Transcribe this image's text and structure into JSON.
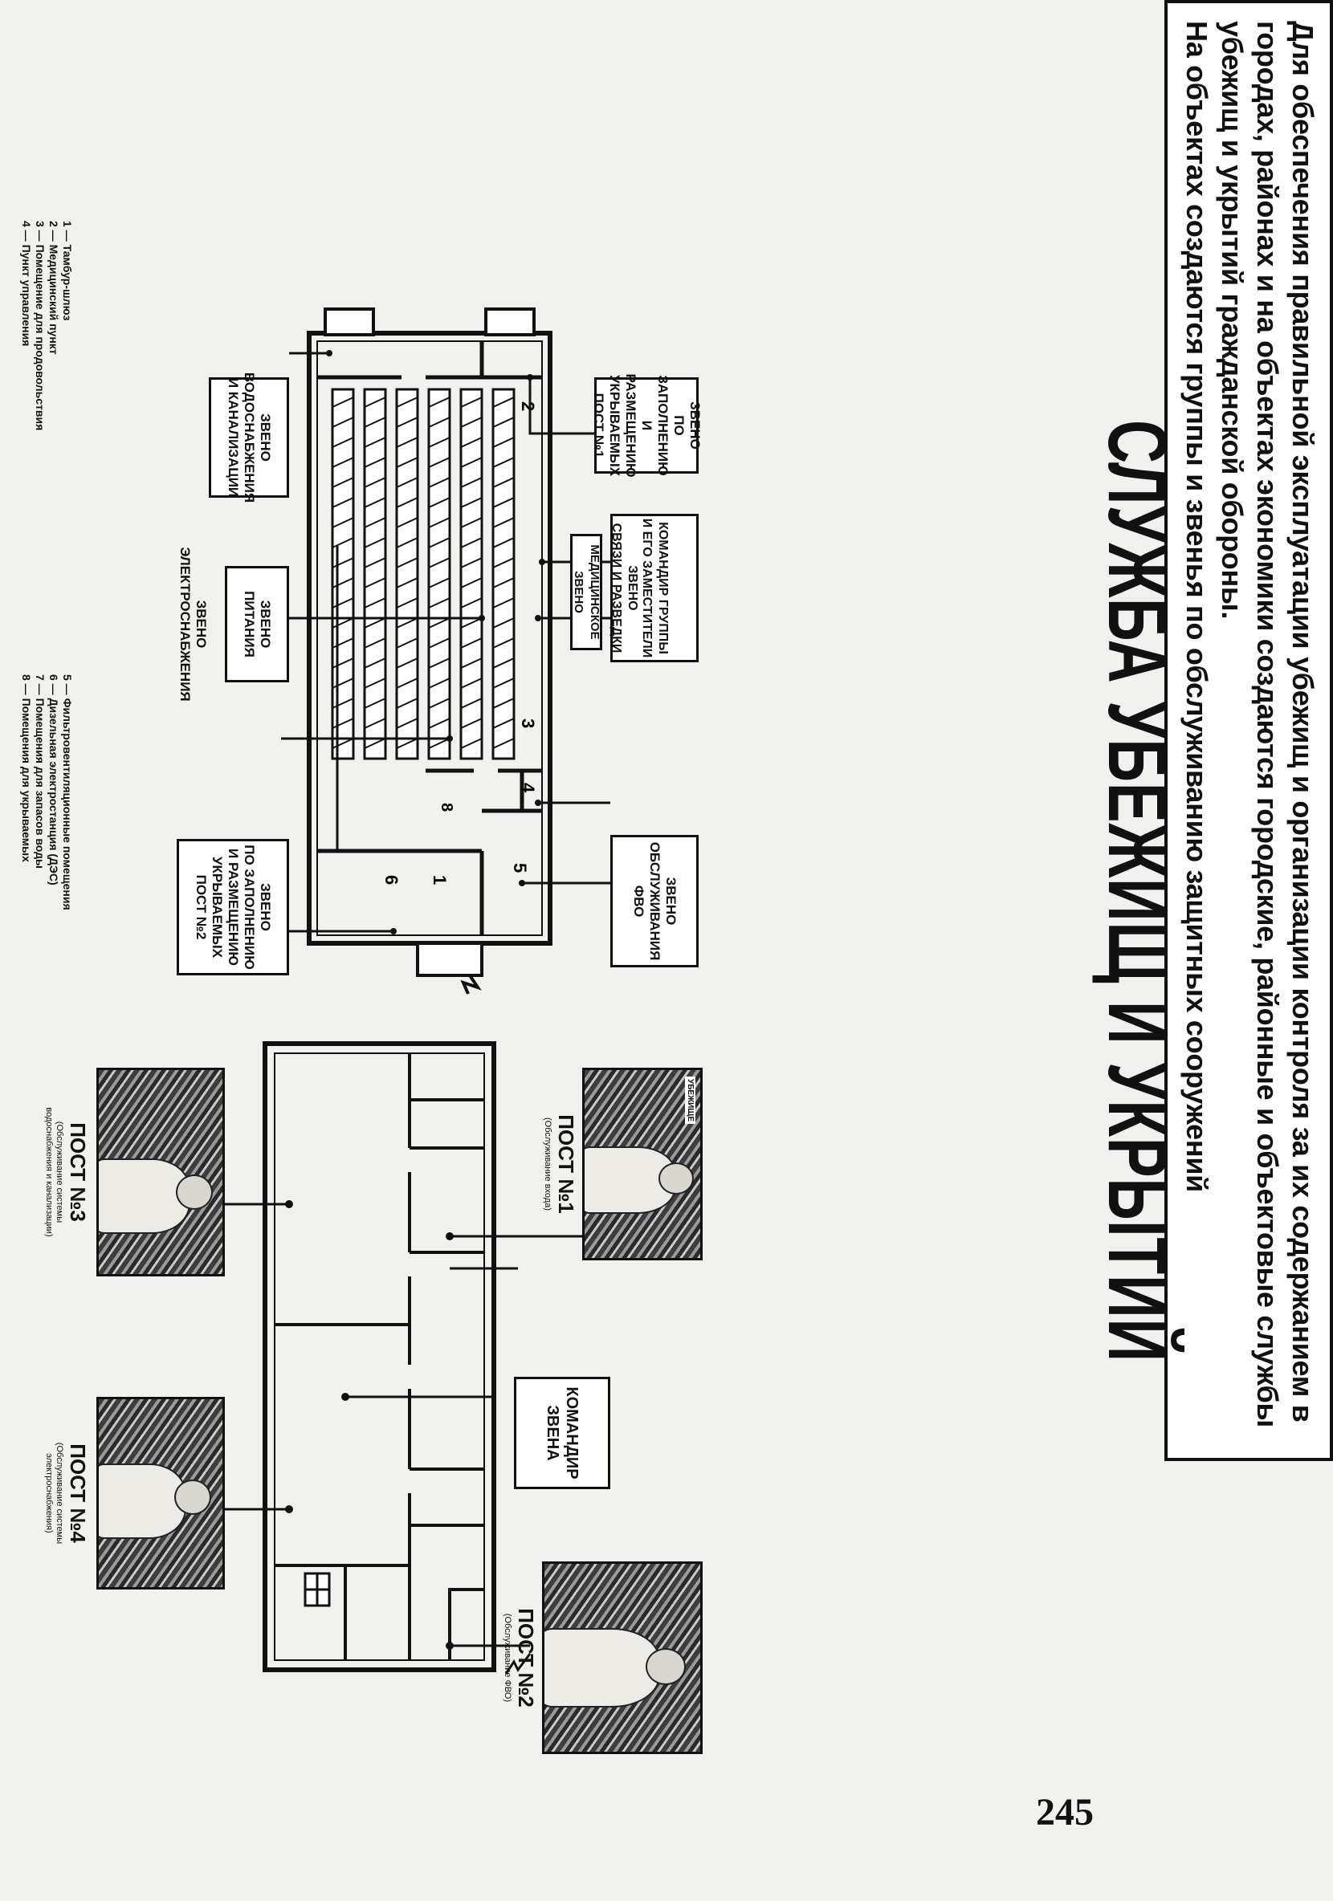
{
  "title": "СЛУЖБА УБЕЖИЩ И УКРЫТИЙ",
  "intro": {
    "line1": "Для обеспечения правильной эксплуатации убежищ и организации контроля за их содержанием в",
    "line2": "городах, районах и на объектах экономики создаются городские, районные и объектовые службы",
    "line3": "убежищ и укрытий гражданской обороны.",
    "line4": "На объектах создаются группы и звенья по обслуживанию защитных сооружений"
  },
  "units": {
    "filling_post1": "ЗВЕНО\nПО ЗАПОЛНЕНИЮ\nИ РАЗМЕЩЕНИЮ\nУКРЫВАЕМЫХ\nПОСТ №1",
    "commander_group": "КОМАНДИР ГРУППЫ\nИ ЕГО ЗАМЕСТИТЕЛИ",
    "comms_recon": "ЗВЕНО\nСВЯЗИ И РАЗВЕДКИ",
    "medical": "МЕДИЦИНСКОЕ ЗВЕНО",
    "fvo_service": "ЗВЕНО\nОБСЛУЖИВАНИЯ\nФВО",
    "water_sewage": "ЗВЕНО\nВОДОСНАБЖЕНИЯ\nИ КАНАЛИЗАЦИИ",
    "food": "ЗВЕНО ПИТАНИЯ",
    "power": "ЗВЕНО\nЭЛЕКТРОСНАБЖЕНИЯ",
    "filling_post2": "ЗВЕНО\nПО ЗАПОЛНЕНИЮ\nИ РАЗМЕЩЕНИЮ\nУКРЫВАЕМЫХ\nПОСТ №2",
    "unit_commander": "КОМАНДИР\nЗВЕНА"
  },
  "posts": {
    "post1_title": "ПОСТ №1",
    "post1_sub": "(Обслуживание входа)",
    "post2_title": "ПОСТ №2",
    "post2_sub": "(Обслуживание ФВО)",
    "post3_title": "ПОСТ №3",
    "post3_sub": "(Обслуживание системы\nводоснабжения и канализации)",
    "post4_title": "ПОСТ №4",
    "post4_sub": "(Обслуживание системы\nэлектроснабжения)"
  },
  "photo_sign": "УБЕЖИЩЕ",
  "plan_labels": [
    "1",
    "2",
    "3",
    "4",
    "5",
    "6",
    "8"
  ],
  "legend": {
    "left": [
      "1 — Тамбур-шлюз",
      "2 — Медицинский пункт",
      "3 — Помещение для продовольствия",
      "4 — Пункт управления"
    ],
    "right": [
      "5 — Фильтровентиляционные помещения",
      "6 — Дизельная электростанция (ДЭС)",
      "7 — Помещения для запасов воды",
      "8 — Помещения для укрываемых"
    ]
  },
  "page_number": "245"
}
